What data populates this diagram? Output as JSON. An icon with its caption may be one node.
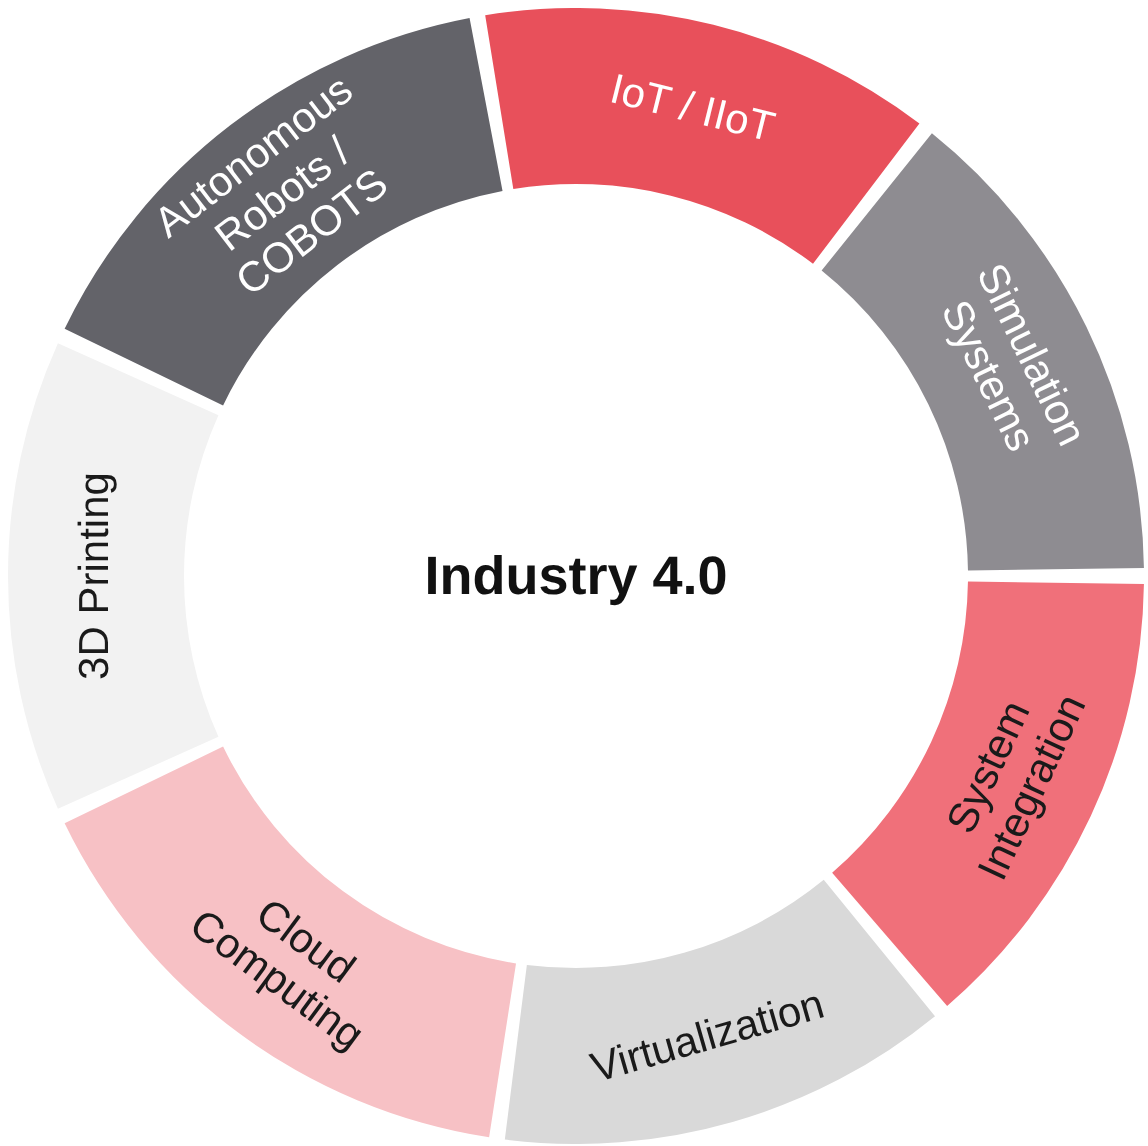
{
  "diagram": {
    "nodes": [
      {
        "text": [
          "Industry 4.0"
        ]
      },
      {
        "text": [
          "IoT / IIoT"
        ]
      },
      {
        "text": [
          "Simulation Systems"
        ]
      },
      {
        "text": [
          "System Integration"
        ]
      },
      {
        "text": [
          "Virtualization"
        ]
      },
      {
        "text": [
          "Cloud Computing"
        ]
      },
      {
        "text": [
          "3D Printing"
        ]
      },
      {
        "text": [
          "Autonomous Robots / COBOTS"
        ]
      }
    ]
  }
}
